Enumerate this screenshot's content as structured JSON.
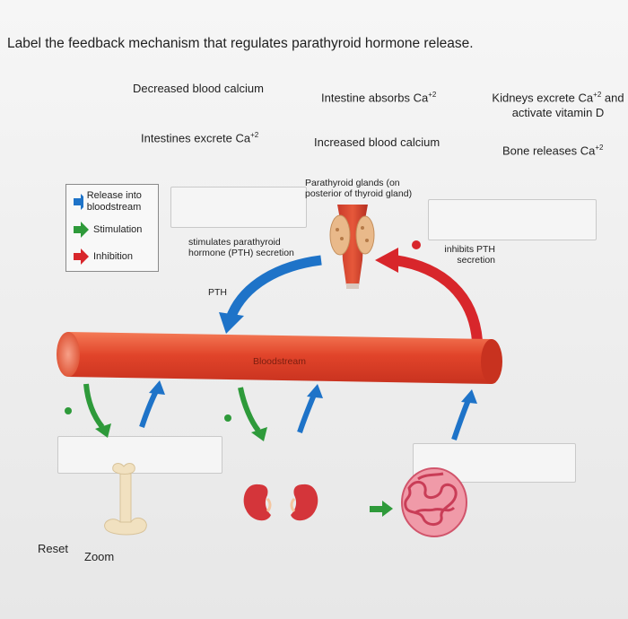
{
  "title": "Label the feedback mechanism that regulates parathyroid hormone release.",
  "chips": {
    "decreased_calcium": "Decreased blood calcium",
    "intestine_absorbs": "Intestine absorbs Ca",
    "intestine_absorbs_sup": "+2",
    "kidneys_excrete_line1": "Kidneys excrete Ca",
    "kidneys_excrete_sup": "+2",
    "kidneys_excrete_and": "and",
    "kidneys_excrete_line2": "activate vitamin D",
    "intestines_excrete": "Intestines excrete Ca",
    "intestines_excrete_sup": "+2",
    "increased_calcium": "Increased blood calcium",
    "bone_releases": "Bone releases Ca",
    "bone_releases_sup": "+2"
  },
  "legend": {
    "release": "Release into bloodstream",
    "stimulation": "Stimulation",
    "inhibition": "Inhibition"
  },
  "diagram": {
    "parathyroid_label": "Parathyroid glands (on posterior of thyroid gland)",
    "stimulates_label": "stimulates parathyroid hormone (PTH) secretion",
    "inhibits_label": "inhibits PTH secretion",
    "pth_label": "PTH",
    "bloodstream_label": "Bloodstream"
  },
  "controls": {
    "reset": "Reset",
    "zoom": "Zoom"
  },
  "colors": {
    "stimulation": "#2e9a3a",
    "inhibition": "#d8262b",
    "release": "#1e73c8",
    "vessel": "#e34a2c"
  }
}
